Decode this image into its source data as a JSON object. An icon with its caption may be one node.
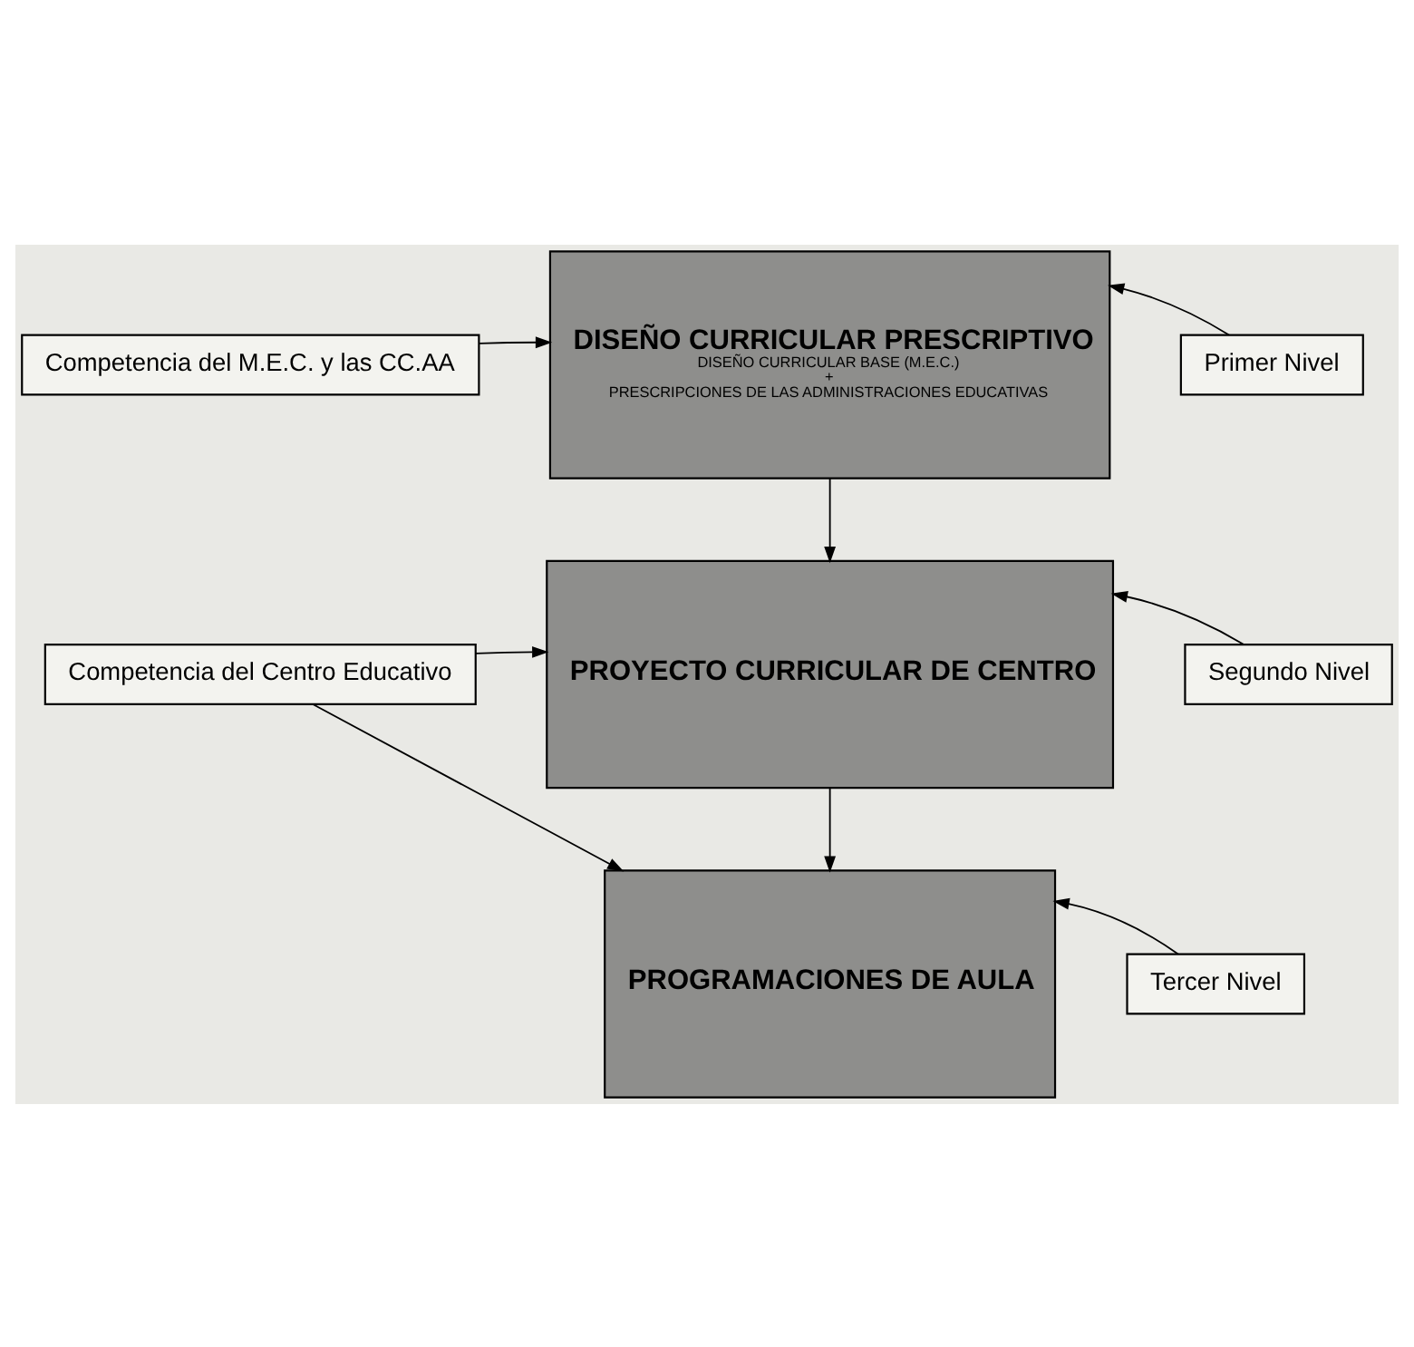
{
  "diagram": {
    "nodes": [
      {
        "text": [
          "Competencia del M.E.C. y las CC.AA"
        ]
      },
      {
        "text": [
          "DISEÑO CURRICULAR PRESCRIPTIVO",
          "DISEÑO CURRICULAR BASE (M.E.C.)",
          "+",
          "PRESCRIPCIONES DE LAS ADMINISTRACIONES EDUCATIVAS"
        ]
      },
      {
        "text": [
          "Primer Nivel"
        ]
      },
      {
        "text": [
          "PROYECTO CURRICULAR DE CENTRO"
        ]
      },
      {
        "text": [
          "Segundo Nivel"
        ]
      },
      {
        "text": [
          "Competencia del Centro Educativo"
        ]
      },
      {
        "text": [
          "PROGRAMACIONES DE AULA"
        ]
      },
      {
        "text": [
          "Tercer Nivel"
        ]
      }
    ],
    "edges": [
      {
        "from": 0,
        "to": 1,
        "arrow": "to"
      },
      {
        "from": 2,
        "to": 1,
        "arrow": "to"
      },
      {
        "from": 1,
        "to": 3,
        "arrow": "to"
      },
      {
        "from": 5,
        "to": 3,
        "arrow": "to"
      },
      {
        "from": 4,
        "to": 3,
        "arrow": "to"
      },
      {
        "from": 3,
        "to": 6,
        "arrow": "to"
      },
      {
        "from": 5,
        "to": 6,
        "arrow": "to"
      },
      {
        "from": 7,
        "to": 6,
        "arrow": "to"
      }
    ]
  }
}
